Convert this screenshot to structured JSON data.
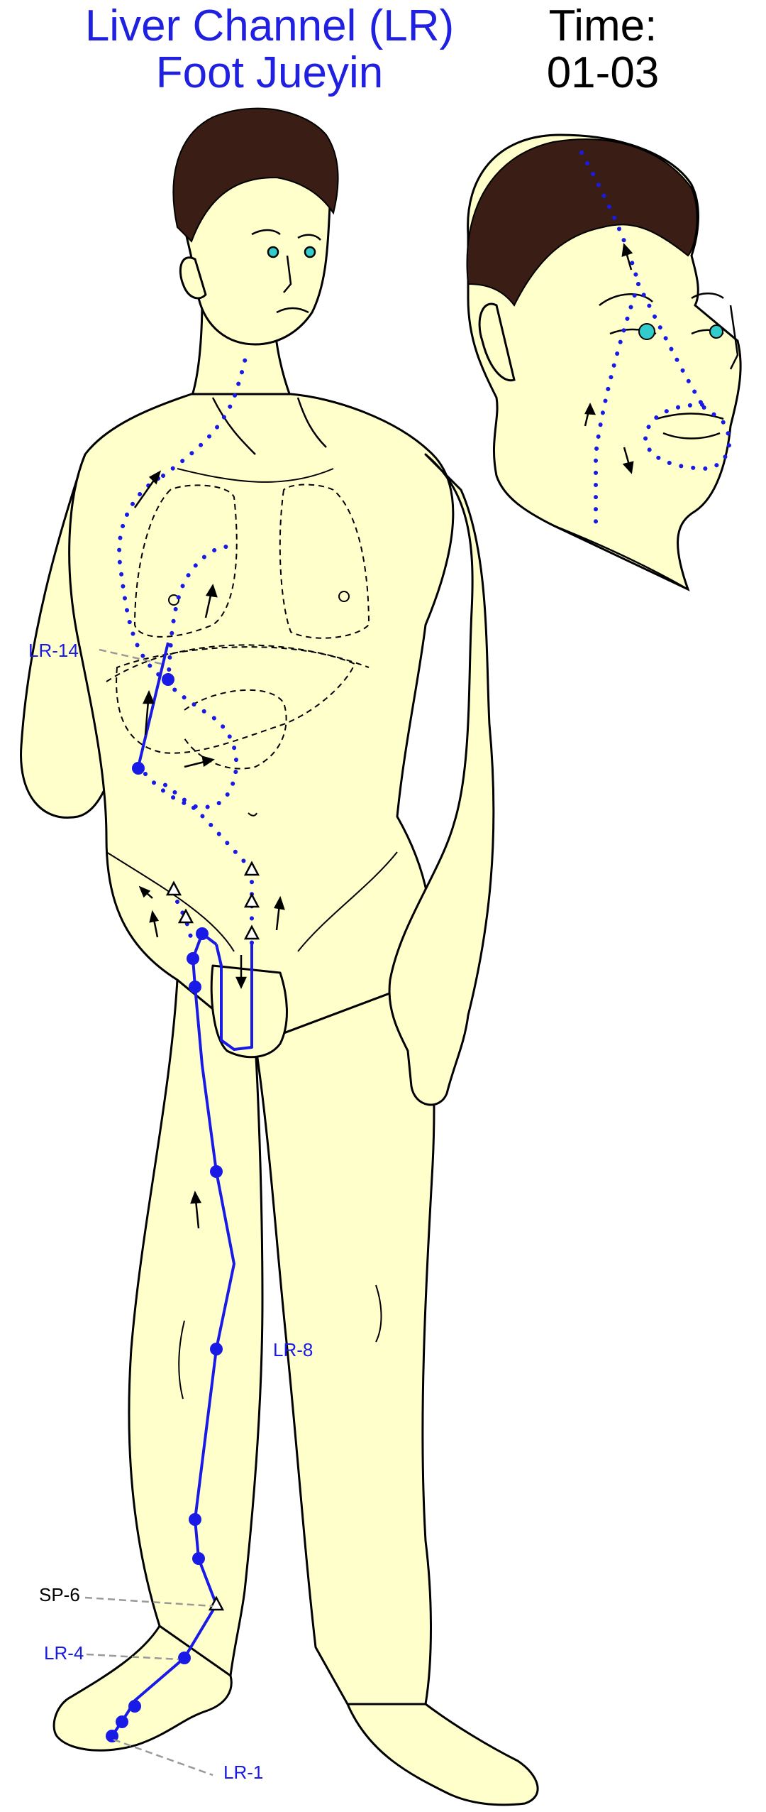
{
  "title": {
    "line1": "Liver Channel (LR)",
    "line2": "Foot Jueyin"
  },
  "time": {
    "label": "Time:",
    "value": "01-03"
  },
  "point_labels": {
    "lr14": "LR-14",
    "lr8": "LR-8",
    "sp6": "SP-6",
    "lr4": "LR-4",
    "lr1": "LR-1"
  },
  "colors": {
    "channel": "#1a1ae6",
    "skin": "#ffffcc",
    "hair": "#3a1d14",
    "outline": "#000000",
    "eye": "#33cccc",
    "leader": "#999999",
    "other_label": "#000000"
  }
}
